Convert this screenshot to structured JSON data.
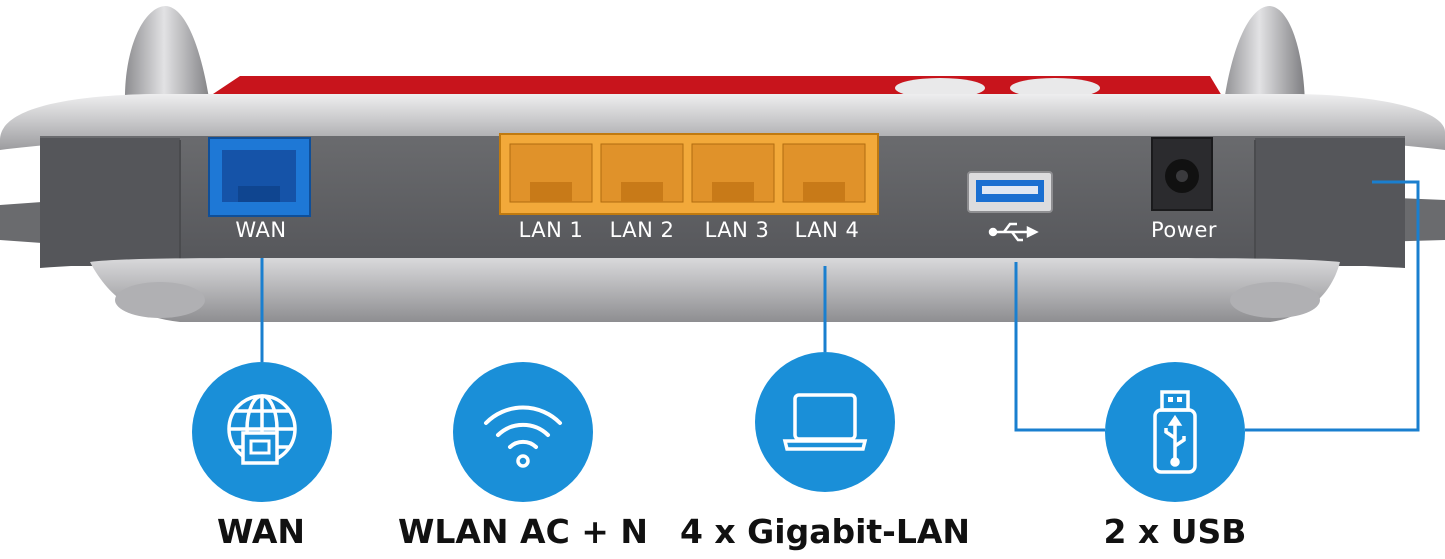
{
  "router": {
    "ports": [
      {
        "id": "wan",
        "label": "WAN"
      },
      {
        "id": "lan1",
        "label": "LAN 1"
      },
      {
        "id": "lan2",
        "label": "LAN 2"
      },
      {
        "id": "lan3",
        "label": "LAN 3"
      },
      {
        "id": "lan4",
        "label": "LAN 4"
      },
      {
        "id": "usb",
        "label": ""
      },
      {
        "id": "power",
        "label": "Power"
      }
    ],
    "colors": {
      "body": "#5f6063",
      "silver": "#c9c9cb",
      "red_top": "#c8141c",
      "wan_port": "#1e78d6",
      "lan_port": "#f2a93a",
      "usb_port": "#1a6fd1"
    }
  },
  "features": [
    {
      "label": "WAN",
      "icon": "globe-lan-icon"
    },
    {
      "label": "WLAN AC + N",
      "icon": "wifi-icon"
    },
    {
      "label": "4 x Gigabit-LAN",
      "icon": "laptop-icon"
    },
    {
      "label": "2 x USB",
      "icon": "usb-stick-icon"
    }
  ],
  "accent": "#1a8fd8",
  "connector_color": "#1a7fcf"
}
